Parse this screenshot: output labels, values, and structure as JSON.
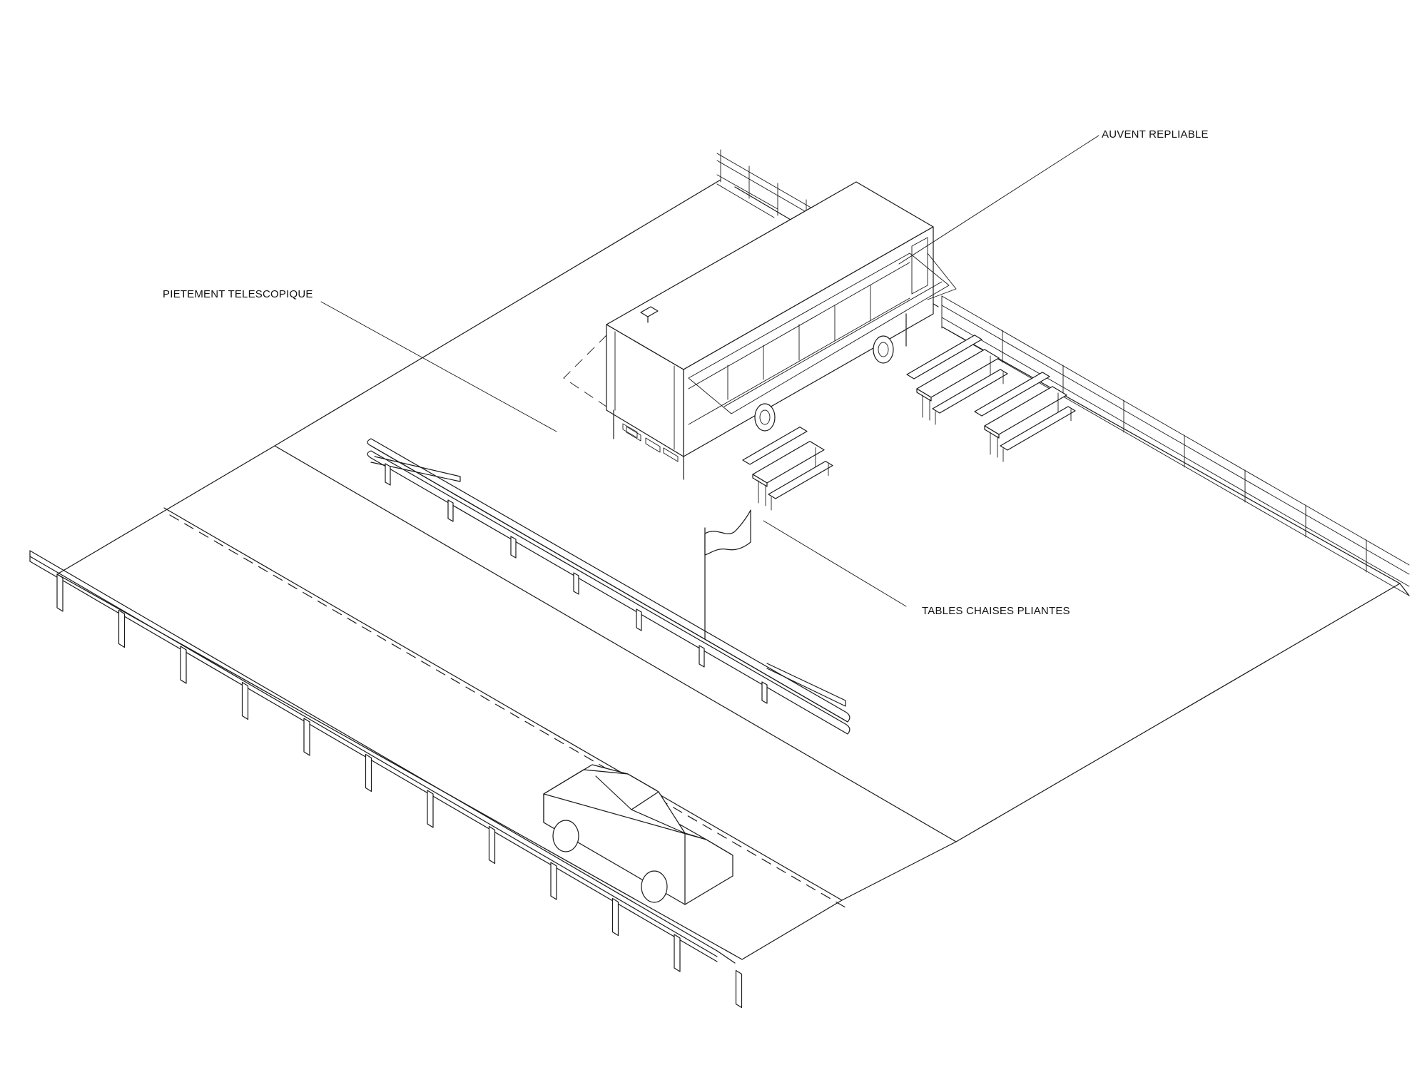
{
  "annotations": {
    "awning": "AUVENT REPLIABLE",
    "legs": "PIETEMENT TELESCOPIQUE",
    "furniture": "TABLES CHAISES PLIANTES"
  },
  "colors": {
    "line": "#1a1a1a",
    "background": "#ffffff"
  }
}
